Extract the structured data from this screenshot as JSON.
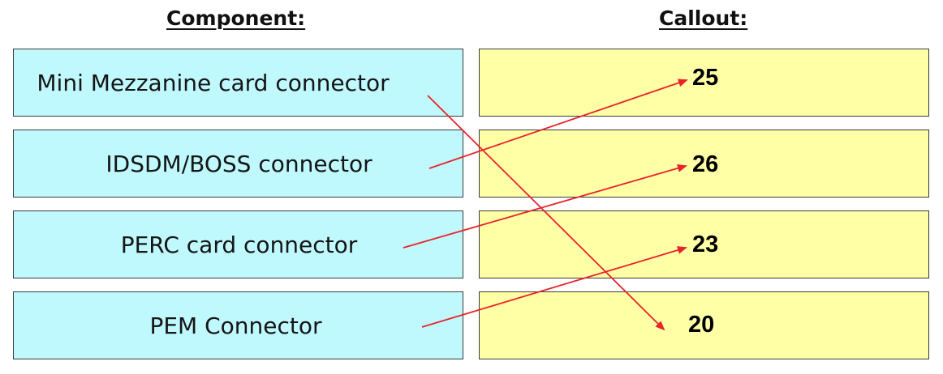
{
  "headers": {
    "component": "Component:",
    "callout": "Callout:"
  },
  "components": [
    {
      "label": "Mini Mezzanine card connector"
    },
    {
      "label": "IDSDM/BOSS connector"
    },
    {
      "label": "PERC card connector"
    },
    {
      "label": "PEM Connector"
    }
  ],
  "callouts": [
    {
      "number": "25"
    },
    {
      "number": "26"
    },
    {
      "number": "23"
    },
    {
      "number": "20"
    }
  ],
  "connections": [
    {
      "from": "Mini Mezzanine card connector",
      "to": "20"
    },
    {
      "from": "IDSDM/BOSS connector",
      "to": "25"
    },
    {
      "from": "PERC card connector",
      "to": "26"
    },
    {
      "from": "PEM Connector",
      "to": "23"
    }
  ],
  "colors": {
    "component_fill": "#bff8fd",
    "callout_fill": "#ffffa6",
    "arrow": "#e8232a"
  }
}
